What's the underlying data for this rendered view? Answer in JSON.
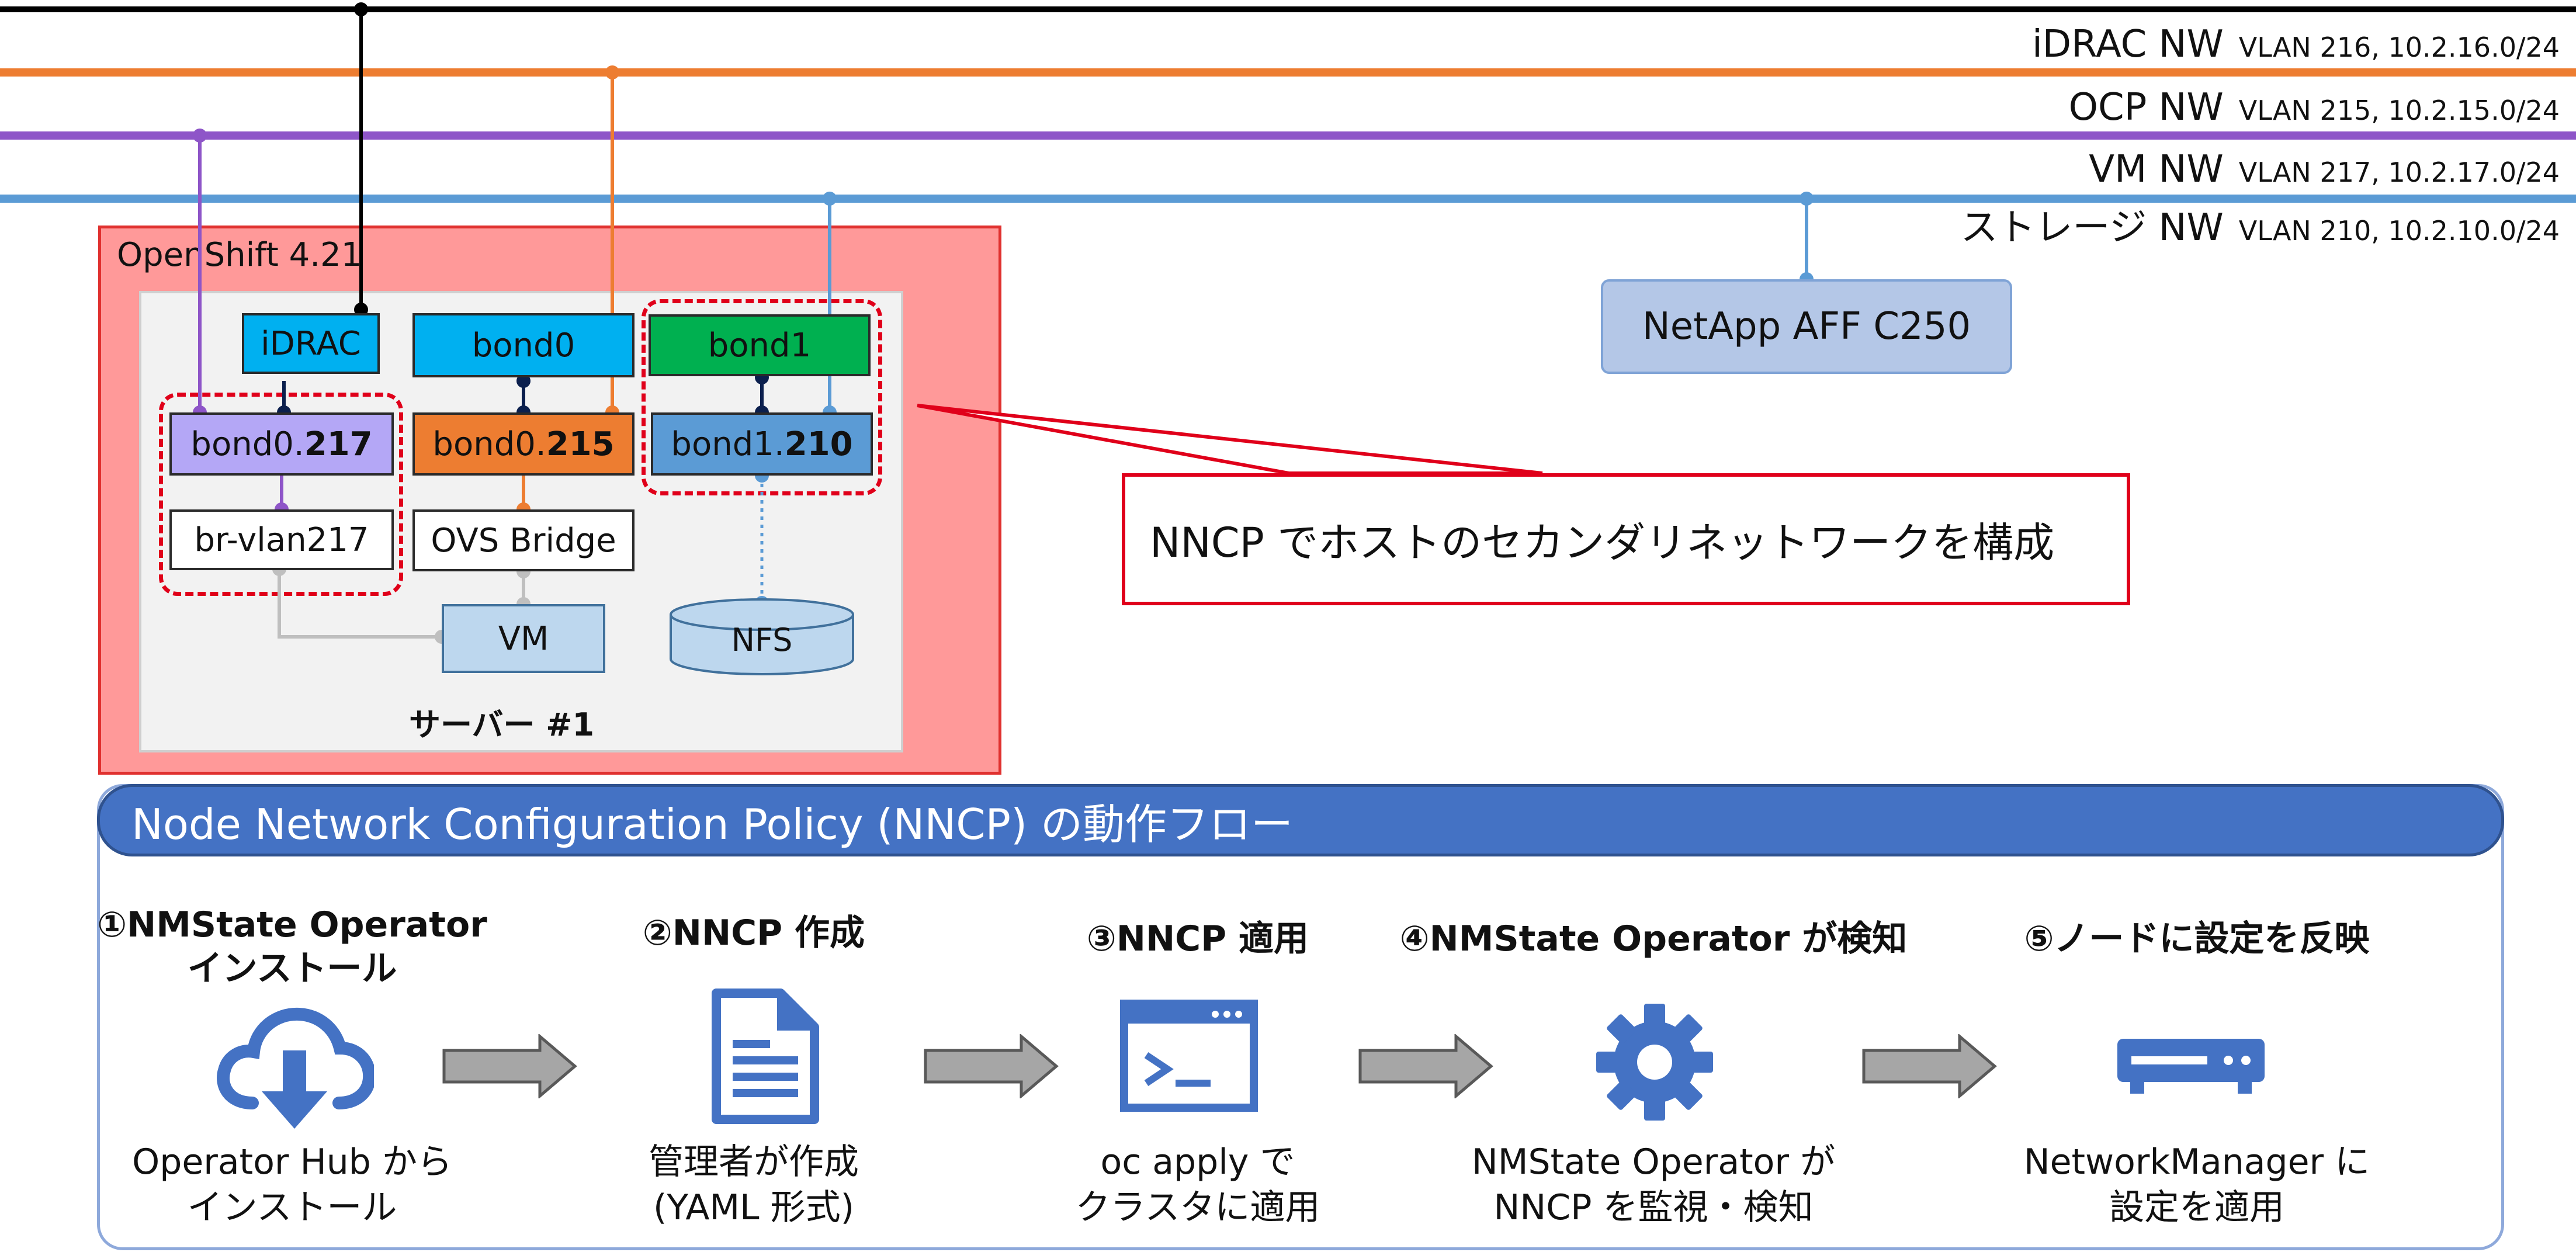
{
  "networks": [
    {
      "name": "iDRAC NW",
      "vlan": "VLAN 216, 10.2.16.0/24",
      "color": "#ED7D31"
    },
    {
      "name": "OCP NW",
      "vlan": "VLAN 215, 10.2.15.0/24",
      "color": "#8E55C8"
    },
    {
      "name": "VM NW",
      "vlan": "VLAN 217, 10.2.17.0/24",
      "color": "#5B9BD5"
    },
    {
      "name": "ストレージ NW",
      "vlan": "VLAN 210, 10.2.10.0/24",
      "color": "#000000"
    }
  ],
  "cluster": {
    "label": "OpenShift 4.21",
    "server_label": "サーバー #1",
    "nodes": {
      "idrac": "iDRAC",
      "bond0": "bond0",
      "bond1": "bond1",
      "bond0_217_prefix": "bond0.",
      "bond0_217_suffix": "217",
      "bond0_215_prefix": "bond0.",
      "bond0_215_suffix": "215",
      "bond1_210_prefix": "bond1.",
      "bond1_210_suffix": "210",
      "br_vlan217": "br-vlan217",
      "ovs_bridge": "OVS Bridge",
      "vm": "VM",
      "nfs": "NFS"
    }
  },
  "storage": {
    "label": "NetApp AFF C250"
  },
  "callout": {
    "text": "NNCP でホストのセカンダリネットワークを構成"
  },
  "flow": {
    "title": "Node Network Configuration Policy (NNCP) の動作フロー",
    "steps": [
      {
        "title_line1": "①NMState Operator",
        "title_line2": "インストール",
        "desc_line1": "Operator Hub から",
        "desc_line2": "インストール",
        "icon": "cloud-download-icon"
      },
      {
        "title_line1": "②NNCP 作成",
        "title_line2": "",
        "desc_line1": "管理者が作成",
        "desc_line2": "(YAML 形式)",
        "icon": "document-icon"
      },
      {
        "title_line1": "③NNCP 適用",
        "title_line2": "",
        "desc_line1": "oc apply で",
        "desc_line2": "クラスタに適用",
        "icon": "terminal-icon"
      },
      {
        "title_line1": "④NMState Operator が検知",
        "title_line2": "",
        "desc_line1": "NMState Operator が",
        "desc_line2": "NNCP を監視・検知",
        "icon": "gear-icon"
      },
      {
        "title_line1": "⑤ノードに設定を反映",
        "title_line2": "",
        "desc_line1": "NetworkManager に",
        "desc_line2": "設定を適用",
        "icon": "server-icon"
      }
    ]
  },
  "colors": {
    "idrac_line": "#ED7D31",
    "ocp_line": "#8E55C8",
    "vm_line": "#5B9BD5",
    "cluster_bg": "#FF9999",
    "accent_blue": "#4472C4",
    "callout_red": "#E0001A"
  }
}
